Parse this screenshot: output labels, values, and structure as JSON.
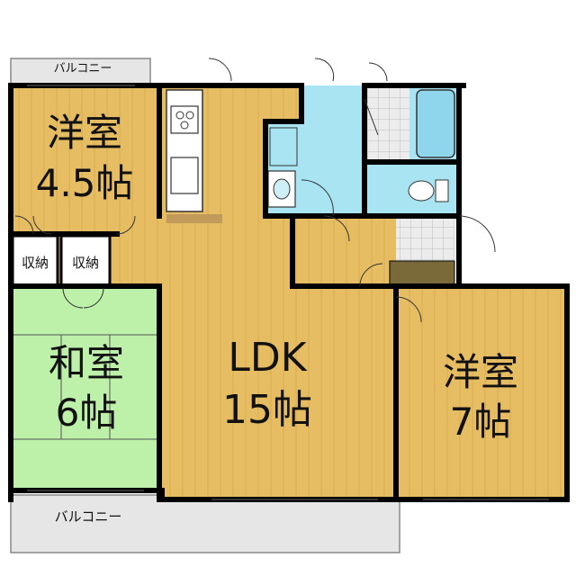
{
  "floor_plan": {
    "rooms": {
      "western_small": {
        "name": "洋室",
        "size": "4.5帖"
      },
      "japanese": {
        "name": "和室",
        "size": "6帖"
      },
      "ldk": {
        "name": "LDK",
        "size": "15帖"
      },
      "western_large": {
        "name": "洋室",
        "size": "7帖"
      }
    },
    "closets": [
      "収納",
      "収納"
    ],
    "balconies": {
      "top": "バルコニー",
      "bottom": "バルコニー"
    }
  },
  "colors": {
    "wood_floor": "#e6bd63",
    "tatami": "#bdf0a8",
    "wet_area": "#a9e4f2",
    "tile": "#e8e8e8",
    "balcony": "#e6e6e6",
    "wall": "#000000",
    "counter": "#c29a5a",
    "dark_wood": "#7a6a3a"
  }
}
